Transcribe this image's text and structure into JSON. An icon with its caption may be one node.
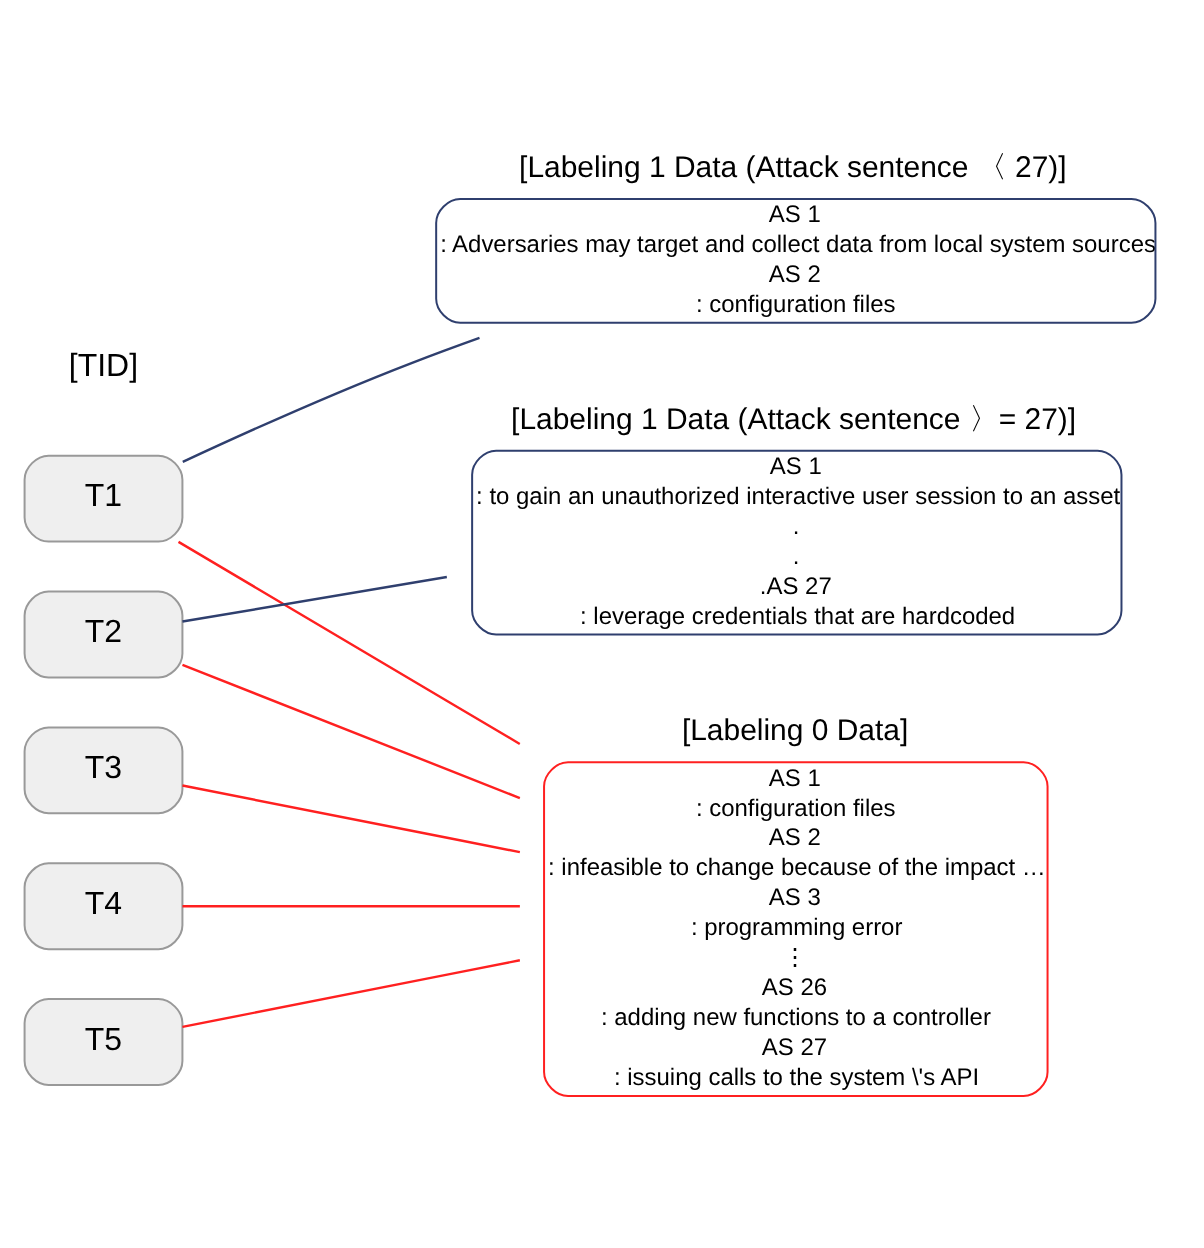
{
  "diagram": {
    "nodes": [
      {
        "text": [
          "T1"
        ]
      },
      {
        "text": [
          "T2"
        ]
      },
      {
        "text": [
          "T3"
        ]
      },
      {
        "text": [
          "T4"
        ]
      },
      {
        "text": [
          "T5"
        ]
      },
      {
        "text": [
          "[Labeling 1 Data (Attack sentence 〈 27)]",
          "AS 1",
          ": Adversaries may target and collect data from local system sources",
          "AS 2",
          ": configuration files"
        ]
      },
      {
        "text": [
          "[Labeling 1 Data (Attack sentence 〉= 27)]",
          "AS 1",
          ": to gain an unauthorized interactive user session to an asset",
          ".",
          ".",
          ".AS 27",
          ": leverage credentials that are hardcoded"
        ]
      },
      {
        "text": [
          "[Labeling 0 Data]",
          "AS 1",
          ": configuration files",
          "AS 2",
          ": infeasible to change because of the impact …",
          "AS 3",
          ": programming error",
          "⋮",
          "AS 26",
          ": adding new functions to a controller",
          "AS 27",
          ": issuing calls to the system \\'s API"
        ]
      }
    ],
    "edges": [
      {
        "from": 0,
        "to": 5,
        "arrow": "none",
        "color": "#2f3f6e"
      },
      {
        "from": 0,
        "to": 7,
        "arrow": "none"
      },
      {
        "from": 1,
        "to": 6,
        "arrow": "none",
        "color": "#2f3f6e"
      },
      {
        "from": 1,
        "to": 7,
        "arrow": "none"
      },
      {
        "from": 2,
        "to": 7,
        "arrow": "none"
      },
      {
        "from": 3,
        "to": 7,
        "arrow": "none"
      },
      {
        "from": 4,
        "to": 7,
        "arrow": "none"
      }
    ],
    "labels": [
      "[TID]"
    ]
  }
}
